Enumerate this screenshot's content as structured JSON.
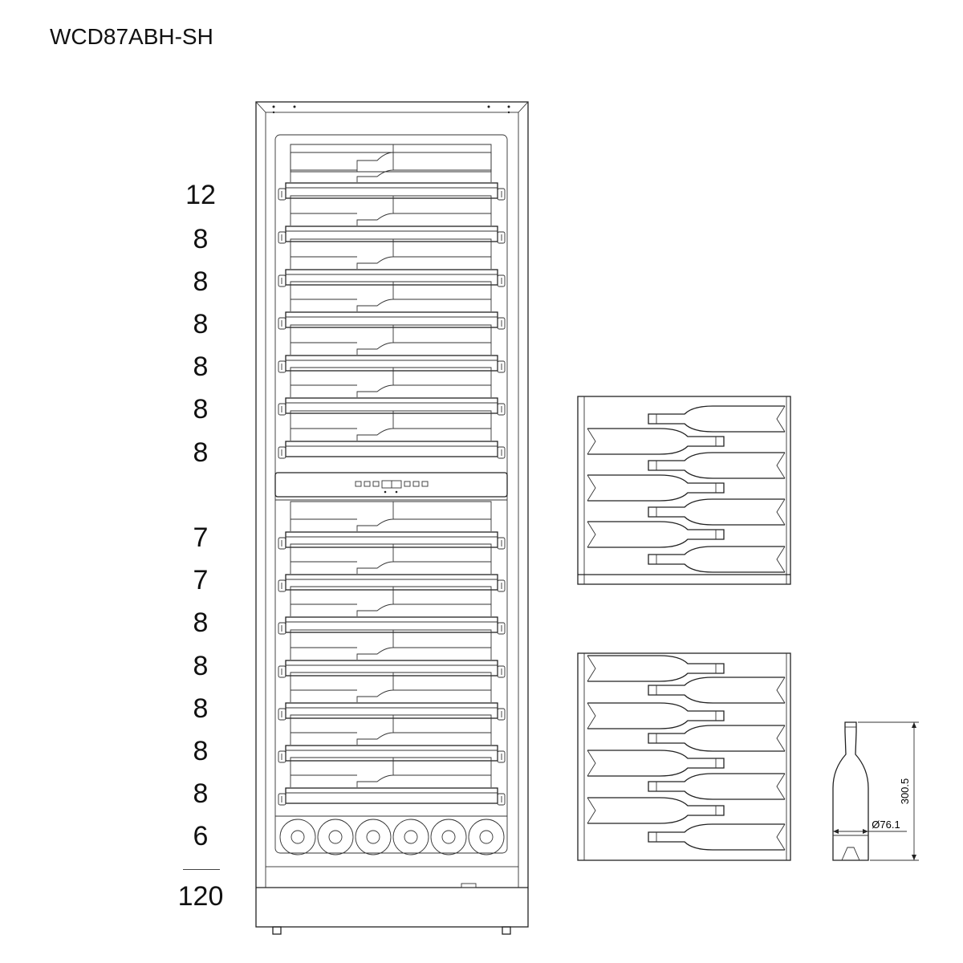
{
  "model": "WCD87ABH-SH",
  "shelf_capacities": [
    "12",
    "8",
    "8",
    "8",
    "8",
    "8",
    "8",
    "7",
    "7",
    "8",
    "8",
    "8",
    "8",
    "8",
    "6"
  ],
  "total_capacity": "120",
  "bottle": {
    "height": "300.5",
    "diameter": "Ø76.1"
  }
}
